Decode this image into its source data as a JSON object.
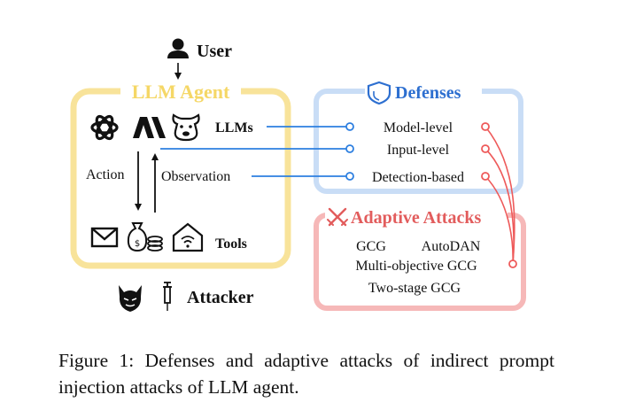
{
  "user": {
    "label": "User"
  },
  "agent": {
    "title": "LLM Agent",
    "llms_label": "LLMs",
    "action_label": "Action",
    "observation_label": "Observation",
    "tools_label": "Tools"
  },
  "attacker": {
    "label": "Attacker"
  },
  "defenses": {
    "title": "Defenses",
    "items": [
      "Model-level",
      "Input-level",
      "Detection-based"
    ]
  },
  "attacks": {
    "title": "Adaptive Attacks",
    "row1": [
      "GCG",
      "AutoDAN"
    ],
    "row2": "Multi-objective GCG",
    "row3": "Two-stage GCG"
  },
  "caption": "Figure 1: Defenses and adaptive attacks of indirect prompt injection attacks of LLM agent.",
  "colors": {
    "agent_border": "#F8E39A",
    "agent_title": "#F5D766",
    "defense_border": "#C9DDF6",
    "defense_title": "#2D6FD0",
    "defense_line": "#2D7FE0",
    "attack_border": "#F6B8B8",
    "attack_title": "#E25C5C",
    "attack_line": "#EE5A5A"
  },
  "icons": [
    "user-icon",
    "openai-icon",
    "anthropic-icon",
    "llama-icon",
    "mail-icon",
    "money-bag-icon",
    "smart-home-icon",
    "devil-icon",
    "syringe-icon",
    "shield-icon",
    "swords-icon"
  ]
}
